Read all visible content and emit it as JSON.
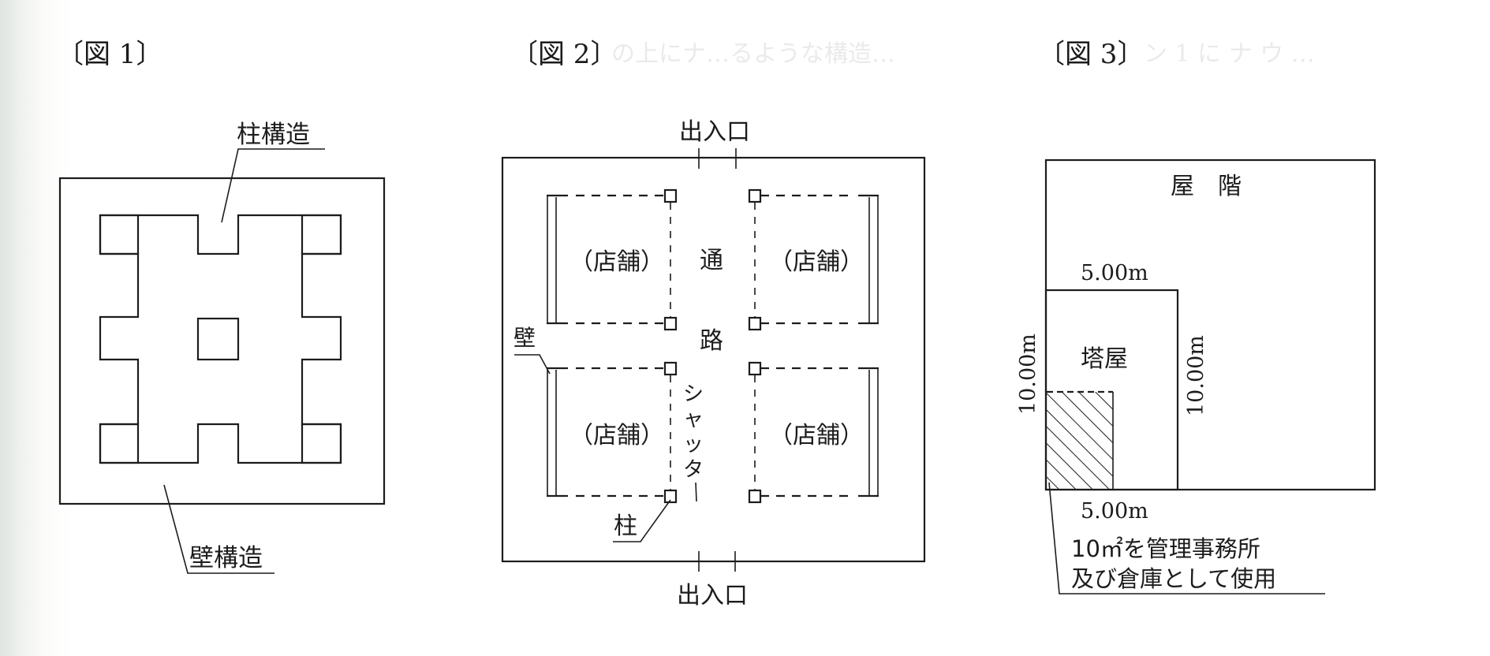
{
  "background_bleed": {
    "fig2_line": "の上にナ…るような構造…",
    "fig3_line": "ン 1 に ナ ウ …"
  },
  "figure1": {
    "title": "〔図 1〕",
    "label_column_structure": "柱構造",
    "label_wall_structure": "壁構造"
  },
  "figure2": {
    "title": "〔図 2〕",
    "entrance_top": "出入口",
    "entrance_bottom": "出入口",
    "stores": [
      "（店舗）",
      "（店舗）",
      "（店舗）",
      "（店舗）"
    ],
    "passage_char1": "通",
    "passage_char2": "路",
    "shutter_chars": [
      "シ",
      "ャ",
      "ッ",
      "タ",
      "ー"
    ],
    "label_wall": "壁",
    "label_column": "柱"
  },
  "figure3": {
    "title": "〔図 3〕",
    "rooftop_label": "屋　階",
    "penthouse_label": "塔屋",
    "width_top": "5.00m",
    "width_bottom": "5.00m",
    "height_left": "10.00m",
    "height_right": "10.00m",
    "note_line1": "10㎡を管理事務所",
    "note_line2": "及び倉庫として使用"
  }
}
